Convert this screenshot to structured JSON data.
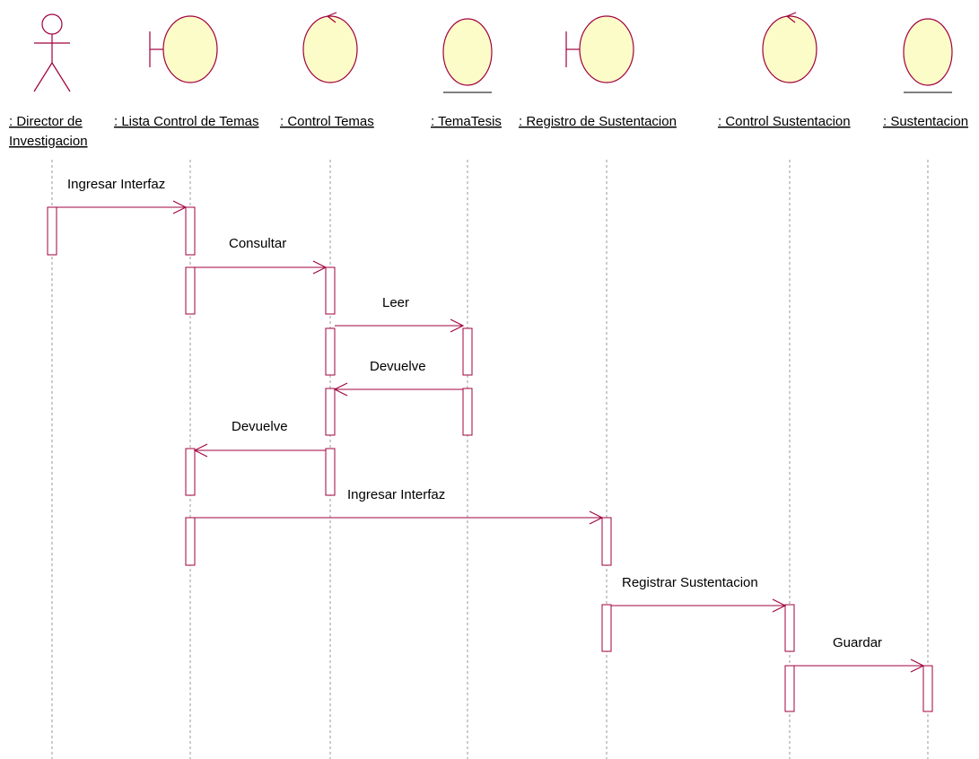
{
  "colors": {
    "line": "#A0003F",
    "object_fill": "#FCFCC8",
    "object_stroke": "#A0003F",
    "lifeline": "#9A9A9A",
    "text": "#000000"
  },
  "objects": [
    {
      "id": "director",
      "kind": "actor",
      "label_lines": [
        ": Director de",
        "Investigacion"
      ]
    },
    {
      "id": "lista",
      "kind": "boundary",
      "label_lines": [
        ": Lista Control de Temas"
      ]
    },
    {
      "id": "controltemas",
      "kind": "control",
      "label_lines": [
        ": Control Temas"
      ]
    },
    {
      "id": "tematesis",
      "kind": "entity",
      "label_lines": [
        ": TemaTesis"
      ]
    },
    {
      "id": "registro",
      "kind": "boundary",
      "label_lines": [
        ": Registro de Sustentacion"
      ]
    },
    {
      "id": "controlsust",
      "kind": "control",
      "label_lines": [
        ": Control Sustentacion"
      ]
    },
    {
      "id": "sustentacion",
      "kind": "entity",
      "label_lines": [
        ": Sustentacion"
      ]
    }
  ],
  "messages": [
    {
      "id": "m1",
      "from": "director",
      "to": "lista",
      "label": "Ingresar Interfaz"
    },
    {
      "id": "m2",
      "from": "lista",
      "to": "controltemas",
      "label": "Consultar"
    },
    {
      "id": "m3",
      "from": "controltemas",
      "to": "tematesis",
      "label": "Leer"
    },
    {
      "id": "m4",
      "from": "tematesis",
      "to": "controltemas",
      "label": "Devuelve"
    },
    {
      "id": "m5",
      "from": "controltemas",
      "to": "lista",
      "label": "Devuelve"
    },
    {
      "id": "m6",
      "from": "lista",
      "to": "registro",
      "label": "Ingresar Interfaz"
    },
    {
      "id": "m7",
      "from": "registro",
      "to": "controlsust",
      "label": "Registrar Sustentacion"
    },
    {
      "id": "m8",
      "from": "controlsust",
      "to": "sustentacion",
      "label": "Guardar"
    }
  ]
}
